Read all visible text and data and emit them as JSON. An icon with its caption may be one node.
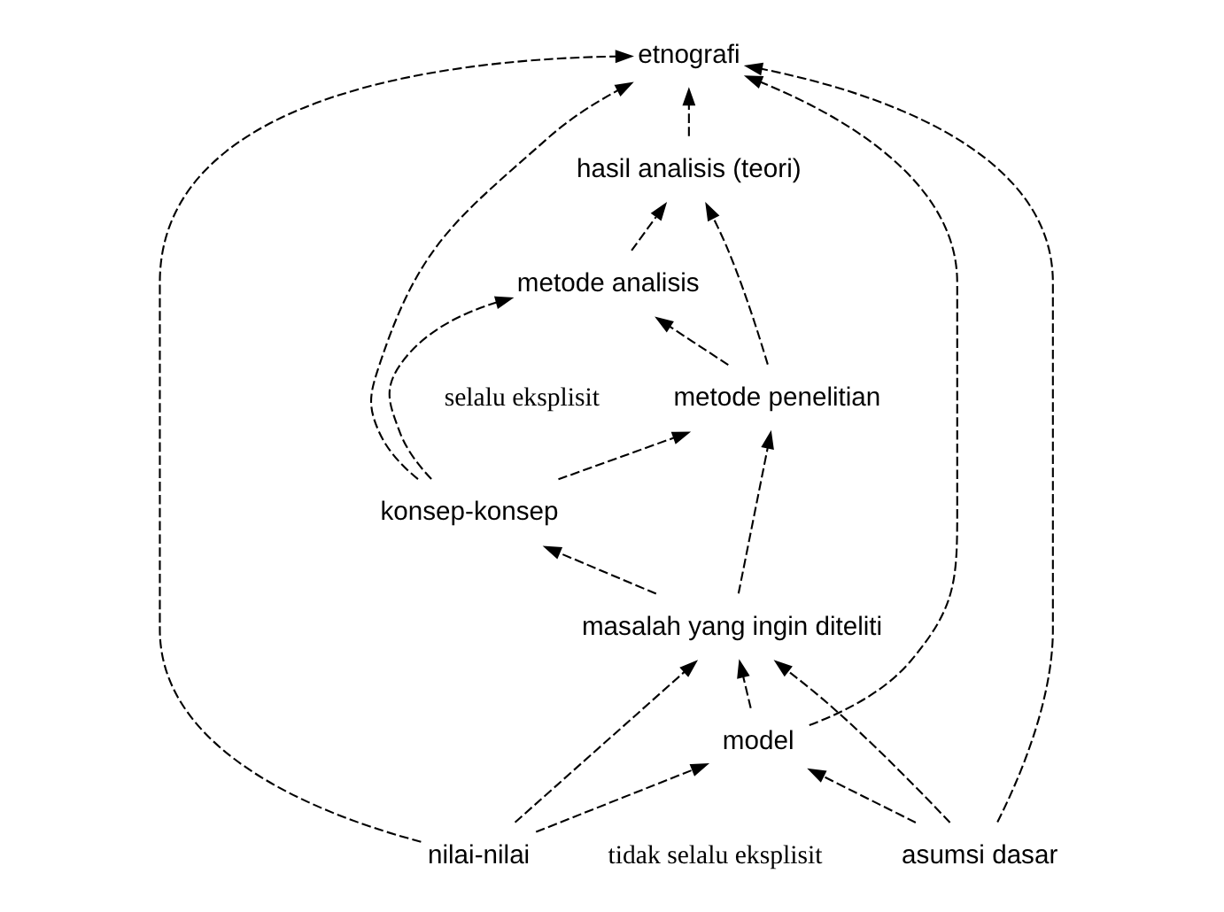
{
  "diagram": {
    "nodes": [
      {
        "text": [
          "etnografi"
        ]
      },
      {
        "text": [
          "hasil analisis (teori)"
        ]
      },
      {
        "text": [
          "metode analisis"
        ]
      },
      {
        "text": [
          "metode penelitian"
        ]
      },
      {
        "text": [
          "konsep-konsep"
        ]
      },
      {
        "text": [
          "masalah yang ingin diteliti"
        ]
      },
      {
        "text": [
          "model"
        ]
      },
      {
        "text": [
          "asumsi dasar"
        ]
      },
      {
        "text": [
          "nilai-nilai"
        ]
      }
    ],
    "edges": [
      {
        "from": 1,
        "to": 0,
        "arrow": "to"
      },
      {
        "from": 3,
        "to": 1,
        "arrow": "to"
      },
      {
        "from": 2,
        "to": 1,
        "arrow": "to"
      },
      {
        "from": 3,
        "to": 2,
        "arrow": "to"
      },
      {
        "from": 4,
        "to": 2,
        "arrow": "to"
      },
      {
        "from": 4,
        "to": 3,
        "arrow": "to"
      },
      {
        "from": 4,
        "to": 0,
        "arrow": "to"
      },
      {
        "from": 5,
        "to": 3,
        "arrow": "to"
      },
      {
        "from": 5,
        "to": 4,
        "arrow": "to"
      },
      {
        "from": 7,
        "to": 5,
        "arrow": "to"
      },
      {
        "from": 6,
        "to": 5,
        "arrow": "to"
      },
      {
        "from": 8,
        "to": 5,
        "arrow": "to"
      },
      {
        "from": 7,
        "to": 6,
        "arrow": "to"
      },
      {
        "from": 8,
        "to": 6,
        "arrow": "to"
      },
      {
        "from": 7,
        "to": 0,
        "arrow": "to"
      },
      {
        "from": 6,
        "to": 0,
        "arrow": "to"
      },
      {
        "from": 8,
        "to": 0,
        "arrow": "to"
      }
    ],
    "labels": [
      "selalu eksplisit",
      "tidak selalu eksplisit"
    ]
  }
}
